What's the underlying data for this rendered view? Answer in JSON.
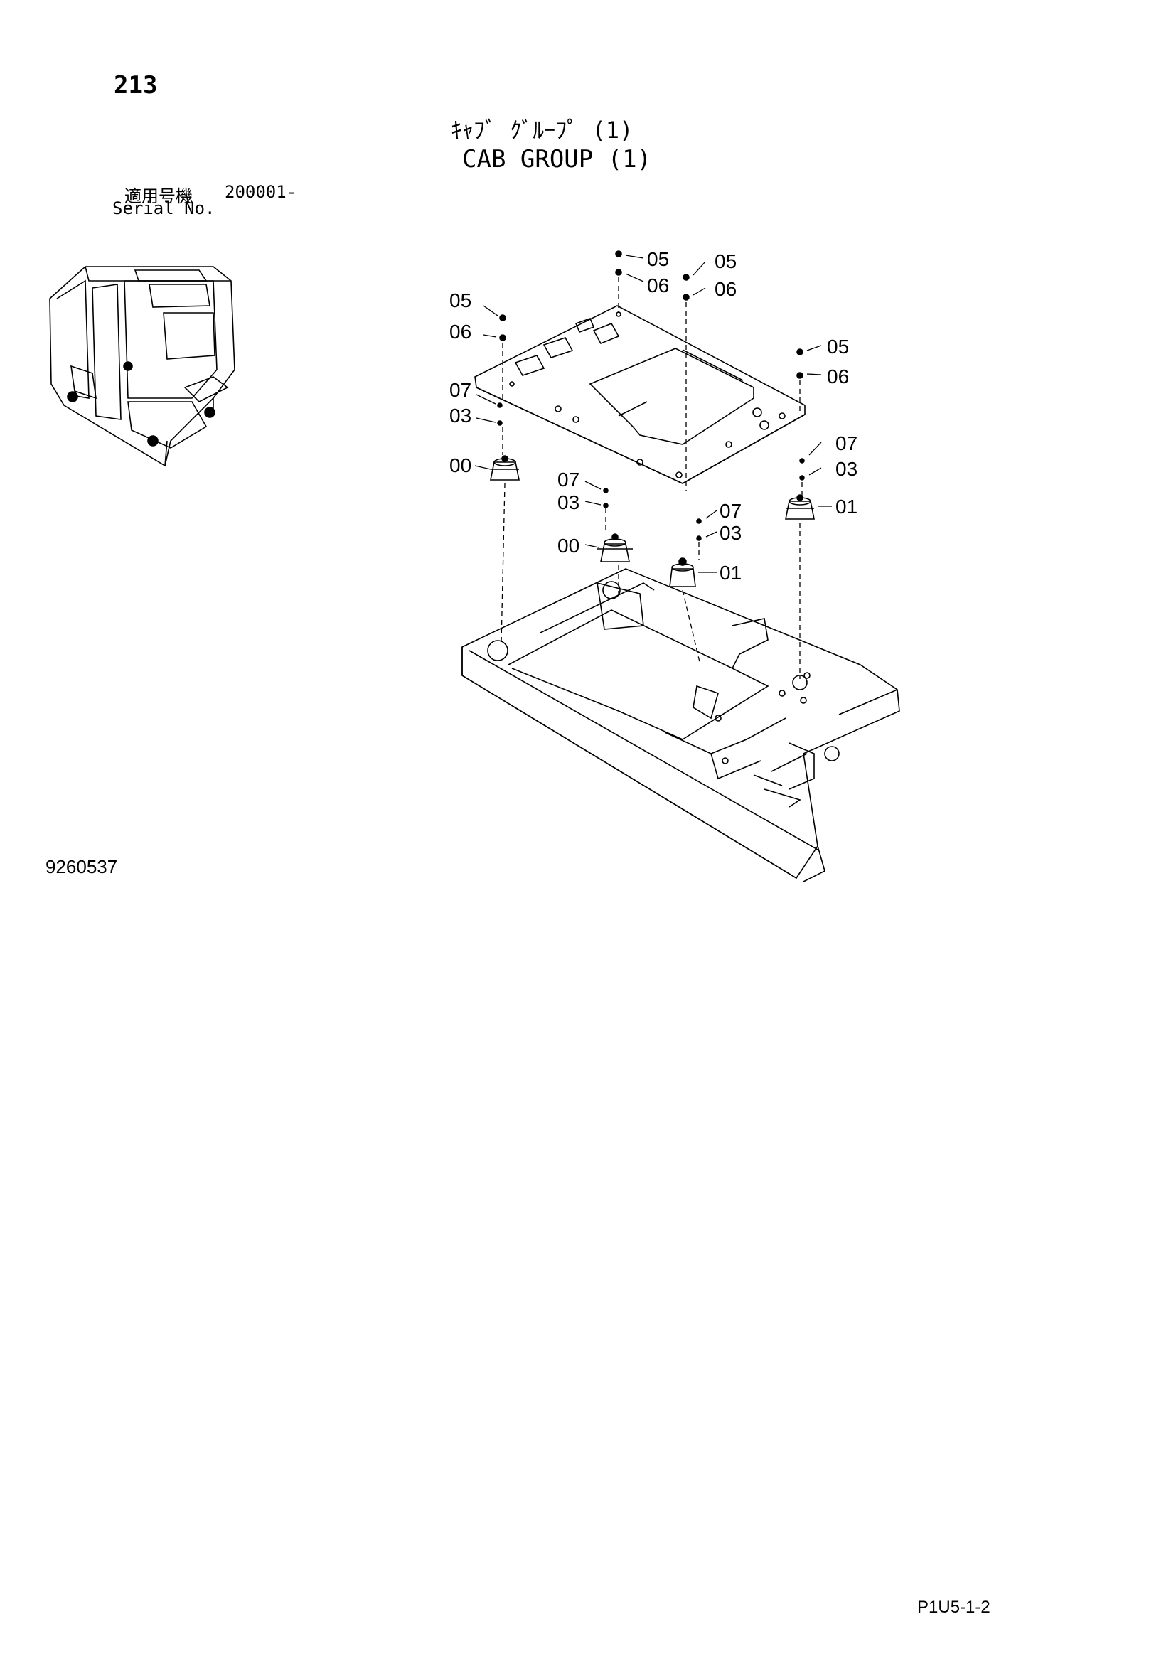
{
  "header": {
    "page_number": "213",
    "title_jp": "ｷｬﾌﾞ ｸﾞﾙｰﾌﾟ (1)",
    "title_en": "CAB GROUP (1)",
    "serial_label_jp": "適用号機",
    "serial_number": "200001-",
    "serial_label_en": "Serial No."
  },
  "diagram": {
    "callouts": [
      "05",
      "06",
      "05",
      "06",
      "05",
      "06",
      "05",
      "06",
      "07",
      "03",
      "00",
      "07",
      "03",
      "00",
      "07",
      "03",
      "01",
      "07",
      "03",
      "01"
    ]
  },
  "footer": {
    "drawing_number": "9260537",
    "page_code": "P1U5-1-2"
  }
}
